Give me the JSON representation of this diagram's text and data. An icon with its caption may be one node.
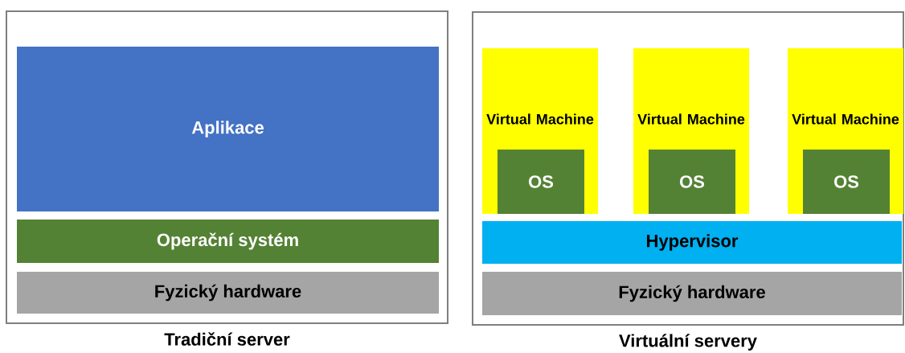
{
  "diagram": {
    "nodes": [
      {
        "text": [
          "Tradiční server"
        ]
      },
      {
        "text": [
          "Aplikace"
        ],
        "in": 0
      },
      {
        "text": [
          "Operační systém"
        ],
        "in": 0
      },
      {
        "text": [
          "Fyzický hardware"
        ],
        "in": 0
      },
      {
        "text": [
          "Virtuální servery"
        ]
      },
      {
        "text": [
          "Virtual Machine"
        ],
        "in": 4
      },
      {
        "text": [
          "OS"
        ],
        "in": 5
      },
      {
        "text": [
          "Virtual Machine"
        ],
        "in": 4
      },
      {
        "text": [
          "OS"
        ],
        "in": 7
      },
      {
        "text": [
          "Virtual Machine"
        ],
        "in": 4
      },
      {
        "text": [
          "OS"
        ],
        "in": 9
      },
      {
        "text": [
          "Hypervisor"
        ],
        "in": 4
      },
      {
        "text": [
          "Fyzický hardware"
        ],
        "in": 4
      }
    ]
  }
}
